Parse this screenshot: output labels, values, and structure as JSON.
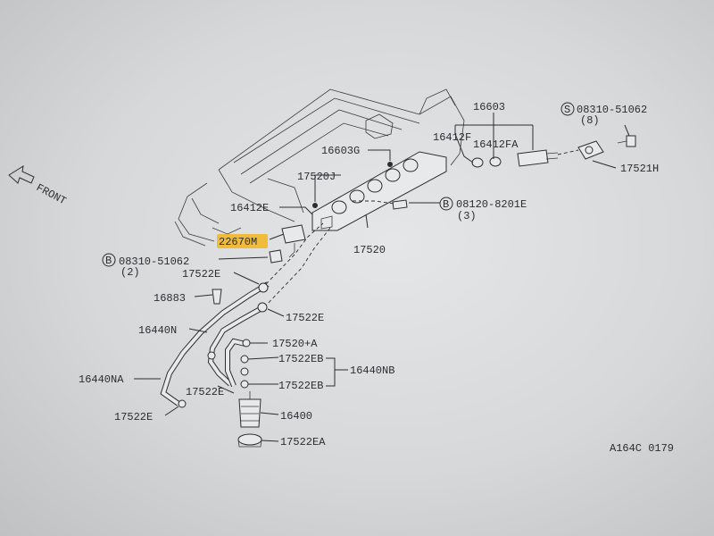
{
  "diagram": {
    "front_label": "FRONT",
    "figure_code": "A164C 0179",
    "highlight_color": "#f3b51d",
    "line_color": "#2b2d33",
    "labels": {
      "p16603": "16603",
      "s08310_top": "08310-51062",
      "s08310_top_qty": "(8)",
      "p16412F": "16412F",
      "p16412FA": "16412FA",
      "p16603G": "16603G",
      "p17521H": "17521H",
      "p17520J": "17520J",
      "p16412E": "16412E",
      "b08120": "08120-8201E",
      "b08120_qty": "(3)",
      "p22670M": "22670M",
      "p17520": "17520",
      "b08310": "08310-51062",
      "b08310_qty": "(2)",
      "p17522E_a": "17522E",
      "p16883": "16883",
      "p17522E_b": "17522E",
      "p16440N": "16440N",
      "p17520A": "17520+A",
      "p17522EB_a": "17522EB",
      "p16440NB": "16440NB",
      "p16440NA": "16440NA",
      "p17522EB_b": "17522EB",
      "p17522E_c": "17522E",
      "p16400": "16400",
      "p17522E_d": "17522E",
      "p17522EA": "17522EA",
      "circle_s": "S",
      "circle_b1": "B",
      "circle_b2": "B"
    }
  }
}
